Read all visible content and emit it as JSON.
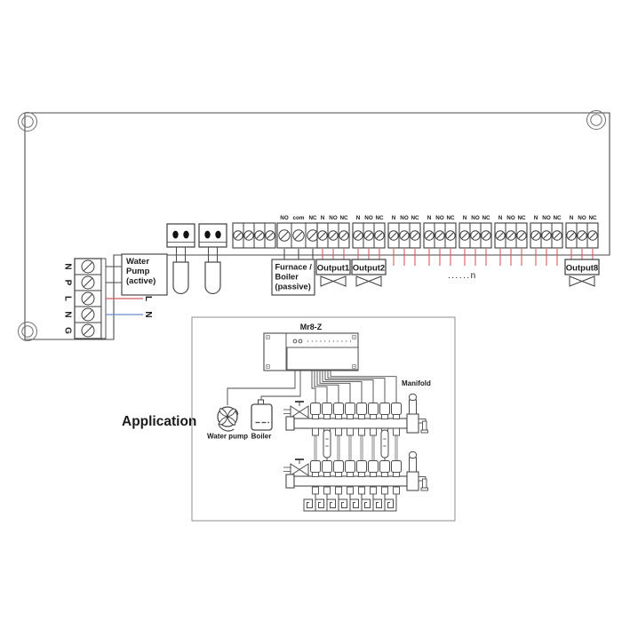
{
  "board": {
    "power_terminal": {
      "labels": [
        "N",
        "P",
        "L",
        "N",
        "G"
      ]
    },
    "wire_labels": {
      "live": "L",
      "neutral": "N"
    },
    "water_pump_box": {
      "line1": "Water",
      "line2": "Pump",
      "line3": "(active)"
    },
    "relay_block": {
      "labels": [
        "NO",
        "com",
        "NC"
      ]
    },
    "furnace_box": {
      "line1": "Furnace /",
      "line2": "Boiler",
      "line3": "(passive)"
    },
    "output_terminals": {
      "group_labels": [
        "N",
        "NO",
        "NC"
      ],
      "group_count": 8,
      "boxed_outputs": [
        {
          "group": 1,
          "label": "Output1"
        },
        {
          "group": 2,
          "label": "Output2"
        },
        {
          "group": 8,
          "label": "Output8"
        }
      ],
      "ellipsis_label": "......n"
    }
  },
  "application": {
    "section_label": "Application",
    "controller_label": "Mr8-Z",
    "manifold_label": "Manifold",
    "water_pump_label": "Water pump",
    "boiler_label": "Boiler",
    "loop_count": 8
  },
  "colors": {
    "line": "#4a4a4a",
    "light_line": "#8d8d8d",
    "wire_red": "#d85c5c",
    "wire_blue": "#6b8cc9",
    "text": "#1a1a1a",
    "fill": "#ffffff"
  }
}
